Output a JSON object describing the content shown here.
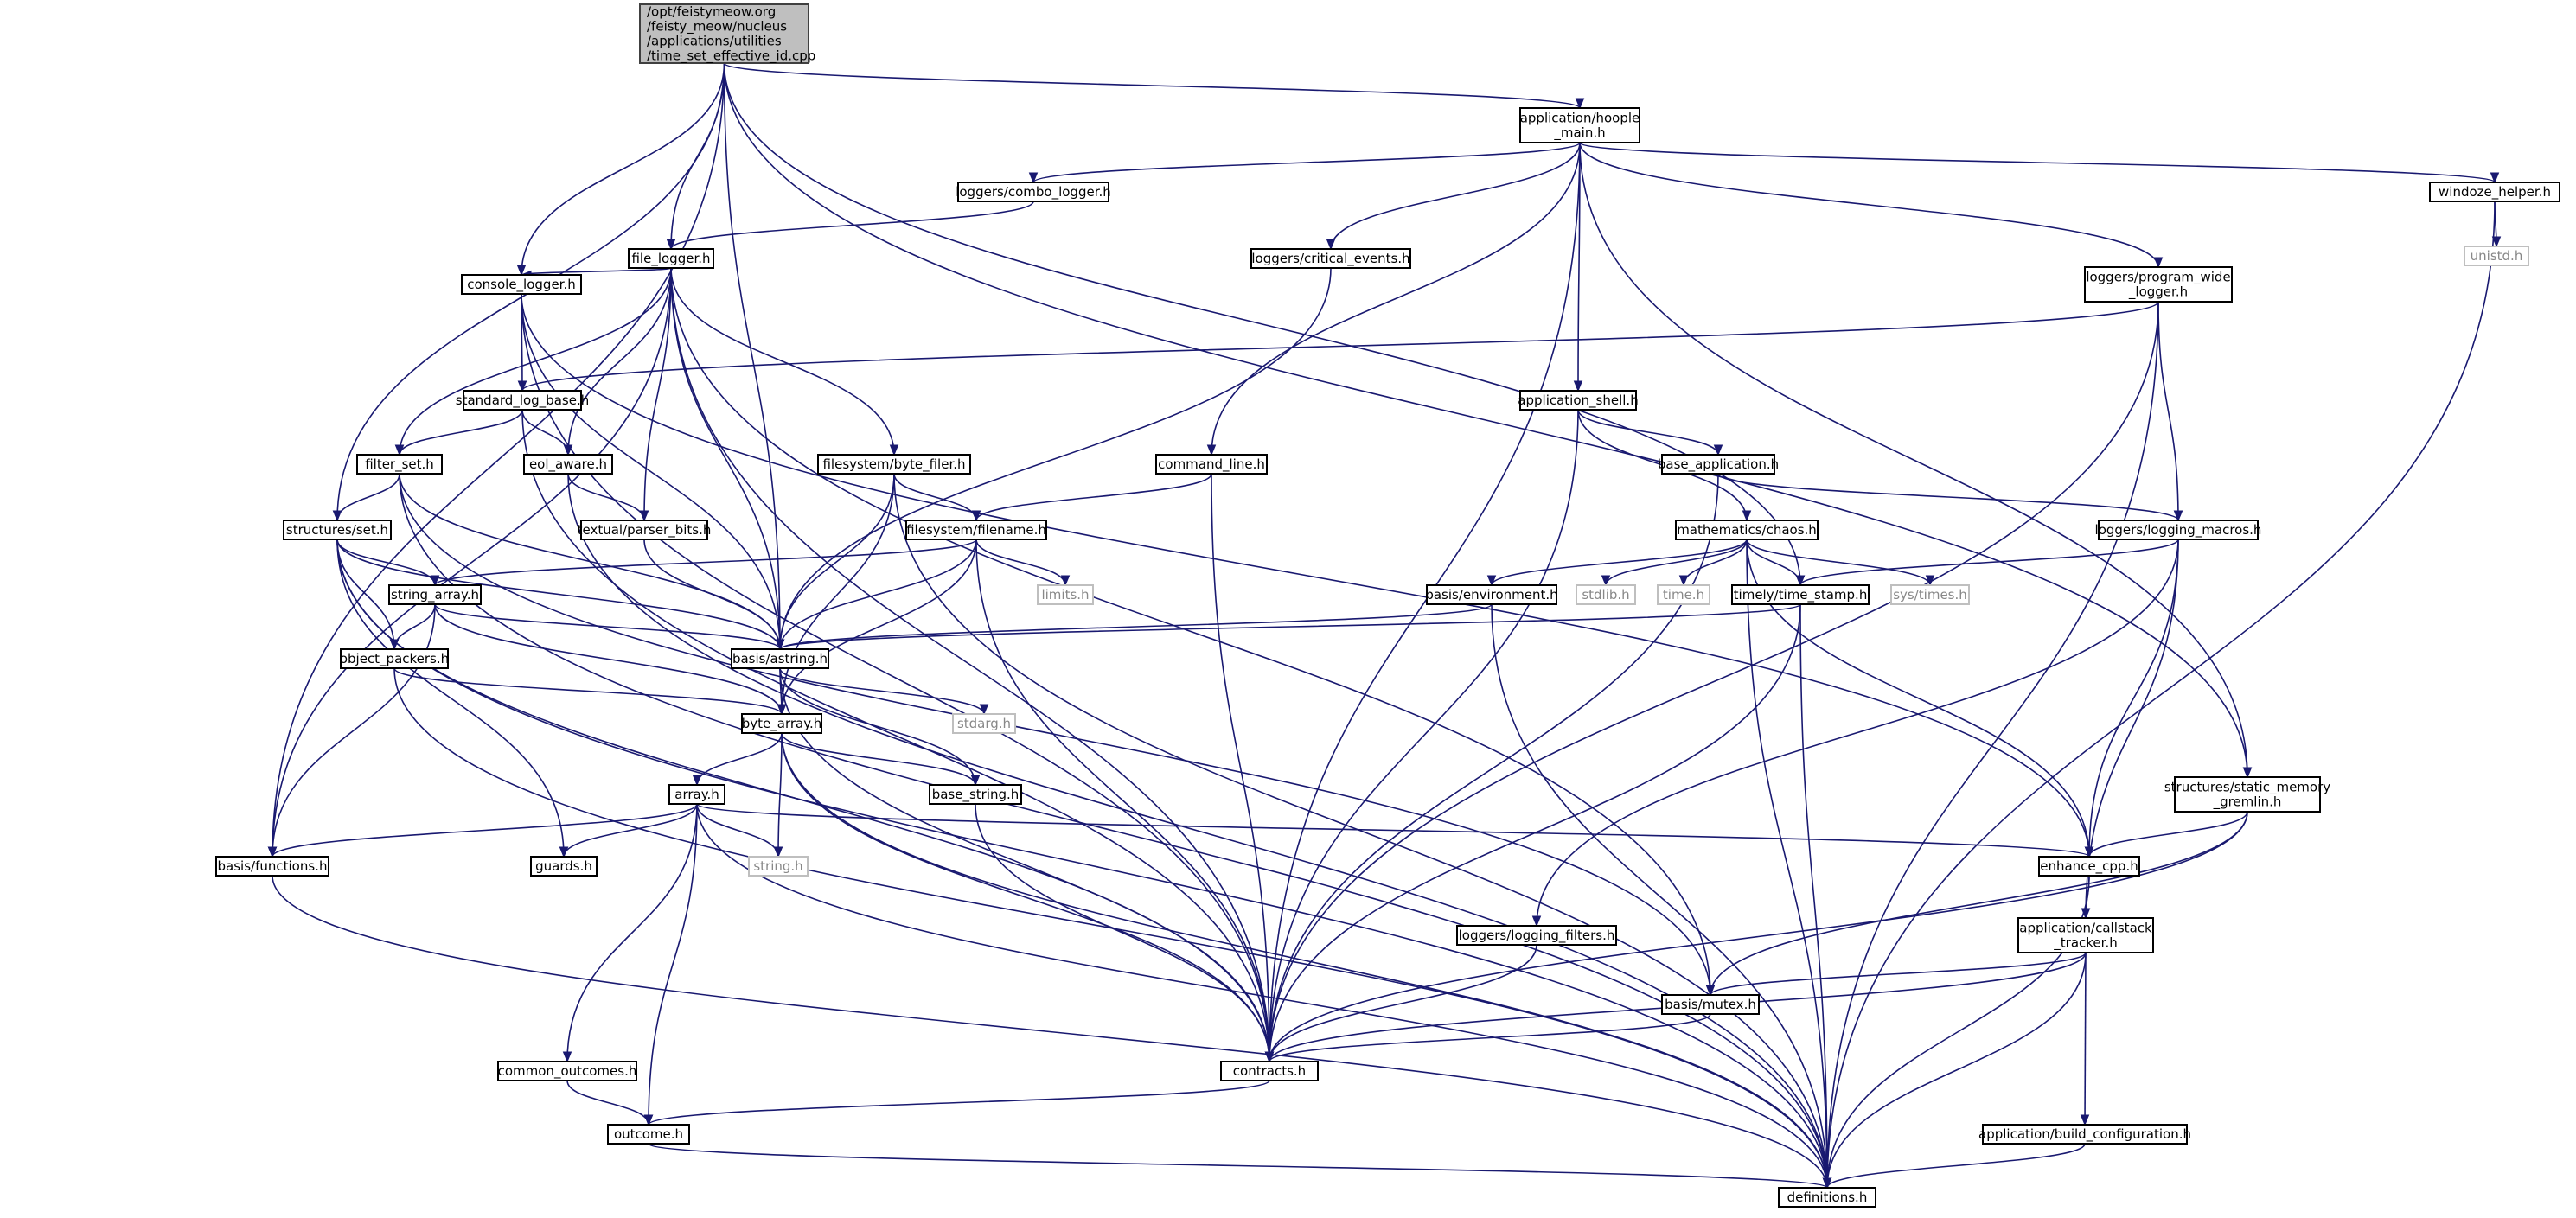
{
  "diagram": {
    "colors": {
      "edge": "#191970",
      "root_fill": "#bfbfbf",
      "node_border": "#000000",
      "system_border": "#bfbfbf",
      "system_text": "#888888"
    },
    "nodes": [
      {
        "id": "root",
        "kind": "root",
        "lines": [
          "/opt/feistymeow.org",
          "/feisty_meow/nucleus",
          "/applications/utilities",
          "/time_set_effective_id.cpp"
        ]
      },
      {
        "id": "hoople_main",
        "lines": [
          "application/hoople",
          "_main.h"
        ]
      },
      {
        "id": "windoze_helper",
        "lines": [
          "windoze_helper.h"
        ]
      },
      {
        "id": "unistd",
        "kind": "sys",
        "lines": [
          "unistd.h"
        ]
      },
      {
        "id": "combo_logger",
        "lines": [
          "loggers/combo_logger.h"
        ]
      },
      {
        "id": "file_logger",
        "lines": [
          "file_logger.h"
        ]
      },
      {
        "id": "critical_events",
        "lines": [
          "loggers/critical_events.h"
        ]
      },
      {
        "id": "program_wide_logger",
        "lines": [
          "loggers/program_wide",
          "_logger.h"
        ]
      },
      {
        "id": "console_logger",
        "lines": [
          "console_logger.h"
        ]
      },
      {
        "id": "standard_log_base",
        "lines": [
          "standard_log_base.h"
        ]
      },
      {
        "id": "application_shell",
        "lines": [
          "application_shell.h"
        ]
      },
      {
        "id": "filter_set",
        "lines": [
          "filter_set.h"
        ]
      },
      {
        "id": "eol_aware",
        "lines": [
          "eol_aware.h"
        ]
      },
      {
        "id": "byte_filer",
        "lines": [
          "filesystem/byte_filer.h"
        ]
      },
      {
        "id": "command_line",
        "lines": [
          "command_line.h"
        ]
      },
      {
        "id": "base_application",
        "lines": [
          "base_application.h"
        ]
      },
      {
        "id": "set",
        "lines": [
          "structures/set.h"
        ]
      },
      {
        "id": "parser_bits",
        "lines": [
          "textual/parser_bits.h"
        ]
      },
      {
        "id": "filename",
        "lines": [
          "filesystem/filename.h"
        ]
      },
      {
        "id": "chaos",
        "lines": [
          "mathematics/chaos.h"
        ]
      },
      {
        "id": "logging_macros",
        "lines": [
          "loggers/logging_macros.h"
        ]
      },
      {
        "id": "string_array",
        "lines": [
          "string_array.h"
        ]
      },
      {
        "id": "limits",
        "kind": "sys",
        "lines": [
          "limits.h"
        ]
      },
      {
        "id": "environment",
        "lines": [
          "basis/environment.h"
        ]
      },
      {
        "id": "stdlib",
        "kind": "sys",
        "lines": [
          "stdlib.h"
        ]
      },
      {
        "id": "time_h",
        "kind": "sys",
        "lines": [
          "time.h"
        ]
      },
      {
        "id": "time_stamp",
        "lines": [
          "timely/time_stamp.h"
        ]
      },
      {
        "id": "sys_times",
        "kind": "sys",
        "lines": [
          "sys/times.h"
        ]
      },
      {
        "id": "object_packers",
        "lines": [
          "object_packers.h"
        ]
      },
      {
        "id": "astring",
        "lines": [
          "basis/astring.h"
        ]
      },
      {
        "id": "stdarg",
        "kind": "sys",
        "lines": [
          "stdarg.h"
        ]
      },
      {
        "id": "byte_array",
        "lines": [
          "byte_array.h"
        ]
      },
      {
        "id": "array",
        "lines": [
          "array.h"
        ]
      },
      {
        "id": "base_string",
        "lines": [
          "base_string.h"
        ]
      },
      {
        "id": "static_memory_gremlin",
        "lines": [
          "structures/static_memory",
          "_gremlin.h"
        ]
      },
      {
        "id": "functions",
        "lines": [
          "basis/functions.h"
        ]
      },
      {
        "id": "guards",
        "lines": [
          "guards.h"
        ]
      },
      {
        "id": "string_h",
        "kind": "sys",
        "lines": [
          "string.h"
        ]
      },
      {
        "id": "enhance_cpp",
        "lines": [
          "enhance_cpp.h"
        ]
      },
      {
        "id": "logging_filters",
        "lines": [
          "loggers/logging_filters.h"
        ]
      },
      {
        "id": "callstack_tracker",
        "lines": [
          "application/callstack",
          "_tracker.h"
        ]
      },
      {
        "id": "mutex",
        "lines": [
          "basis/mutex.h"
        ]
      },
      {
        "id": "common_outcomes",
        "lines": [
          "common_outcomes.h"
        ]
      },
      {
        "id": "contracts",
        "lines": [
          "contracts.h"
        ]
      },
      {
        "id": "outcome",
        "lines": [
          "outcome.h"
        ]
      },
      {
        "id": "build_configuration",
        "lines": [
          "application/build_configuration.h"
        ]
      },
      {
        "id": "definitions",
        "lines": [
          "definitions.h"
        ]
      }
    ],
    "edges": [
      [
        "root",
        "hoople_main"
      ],
      [
        "root",
        "static_memory_gremlin"
      ],
      [
        "root",
        "file_logger"
      ],
      [
        "root",
        "console_logger"
      ],
      [
        "root",
        "astring"
      ],
      [
        "root",
        "set"
      ],
      [
        "root",
        "functions"
      ],
      [
        "root",
        "time_stamp"
      ],
      [
        "hoople_main",
        "combo_logger"
      ],
      [
        "hoople_main",
        "critical_events"
      ],
      [
        "hoople_main",
        "command_line"
      ],
      [
        "hoople_main",
        "application_shell"
      ],
      [
        "hoople_main",
        "program_wide_logger"
      ],
      [
        "hoople_main",
        "windoze_helper"
      ],
      [
        "hoople_main",
        "static_memory_gremlin"
      ],
      [
        "hoople_main",
        "contracts"
      ],
      [
        "windoze_helper",
        "unistd"
      ],
      [
        "windoze_helper",
        "definitions"
      ],
      [
        "combo_logger",
        "file_logger"
      ],
      [
        "file_logger",
        "console_logger"
      ],
      [
        "file_logger",
        "filter_set"
      ],
      [
        "file_logger",
        "eol_aware"
      ],
      [
        "file_logger",
        "parser_bits"
      ],
      [
        "file_logger",
        "byte_filer"
      ],
      [
        "file_logger",
        "astring"
      ],
      [
        "file_logger",
        "contracts"
      ],
      [
        "file_logger",
        "mutex"
      ],
      [
        "file_logger",
        "functions"
      ],
      [
        "critical_events",
        "astring"
      ],
      [
        "program_wide_logger",
        "standard_log_base"
      ],
      [
        "program_wide_logger",
        "logging_macros"
      ],
      [
        "program_wide_logger",
        "contracts"
      ],
      [
        "program_wide_logger",
        "definitions"
      ],
      [
        "console_logger",
        "standard_log_base"
      ],
      [
        "console_logger",
        "astring"
      ],
      [
        "console_logger",
        "enhance_cpp"
      ],
      [
        "console_logger",
        "contracts"
      ],
      [
        "standard_log_base",
        "filter_set"
      ],
      [
        "standard_log_base",
        "eol_aware"
      ],
      [
        "standard_log_base",
        "contracts"
      ],
      [
        "application_shell",
        "base_application"
      ],
      [
        "application_shell",
        "chaos"
      ],
      [
        "application_shell",
        "contracts"
      ],
      [
        "filter_set",
        "set"
      ],
      [
        "filter_set",
        "astring"
      ],
      [
        "filter_set",
        "mutex"
      ],
      [
        "filter_set",
        "definitions"
      ],
      [
        "eol_aware",
        "parser_bits"
      ],
      [
        "eol_aware",
        "definitions"
      ],
      [
        "byte_filer",
        "filename"
      ],
      [
        "byte_filer",
        "astring"
      ],
      [
        "byte_filer",
        "byte_array"
      ],
      [
        "byte_filer",
        "definitions"
      ],
      [
        "command_line",
        "filename"
      ],
      [
        "command_line",
        "contracts"
      ],
      [
        "base_application",
        "logging_macros"
      ],
      [
        "base_application",
        "contracts"
      ],
      [
        "set",
        "string_array"
      ],
      [
        "set",
        "object_packers"
      ],
      [
        "set",
        "astring"
      ],
      [
        "set",
        "guards"
      ],
      [
        "set",
        "contracts"
      ],
      [
        "set",
        "definitions"
      ],
      [
        "parser_bits",
        "astring"
      ],
      [
        "filename",
        "string_array"
      ],
      [
        "filename",
        "limits"
      ],
      [
        "filename",
        "astring"
      ],
      [
        "filename",
        "byte_array"
      ],
      [
        "filename",
        "contracts"
      ],
      [
        "chaos",
        "environment"
      ],
      [
        "chaos",
        "stdlib"
      ],
      [
        "chaos",
        "time_h"
      ],
      [
        "chaos",
        "time_stamp"
      ],
      [
        "chaos",
        "sys_times"
      ],
      [
        "chaos",
        "enhance_cpp"
      ],
      [
        "chaos",
        "definitions"
      ],
      [
        "logging_macros",
        "time_stamp"
      ],
      [
        "logging_macros",
        "logging_filters"
      ],
      [
        "logging_macros",
        "callstack_tracker"
      ],
      [
        "logging_macros",
        "enhance_cpp"
      ],
      [
        "string_array",
        "object_packers"
      ],
      [
        "string_array",
        "astring"
      ],
      [
        "string_array",
        "byte_array"
      ],
      [
        "string_array",
        "functions"
      ],
      [
        "environment",
        "astring"
      ],
      [
        "environment",
        "definitions"
      ],
      [
        "time_stamp",
        "astring"
      ],
      [
        "time_stamp",
        "contracts"
      ],
      [
        "time_stamp",
        "definitions"
      ],
      [
        "object_packers",
        "byte_array"
      ],
      [
        "object_packers",
        "definitions"
      ],
      [
        "astring",
        "byte_array"
      ],
      [
        "astring",
        "stdarg"
      ],
      [
        "astring",
        "base_string"
      ],
      [
        "astring",
        "contracts"
      ],
      [
        "byte_array",
        "array"
      ],
      [
        "byte_array",
        "base_string"
      ],
      [
        "byte_array",
        "string_h"
      ],
      [
        "byte_array",
        "contracts"
      ],
      [
        "byte_array",
        "definitions"
      ],
      [
        "array",
        "functions"
      ],
      [
        "array",
        "guards"
      ],
      [
        "array",
        "string_h"
      ],
      [
        "array",
        "enhance_cpp"
      ],
      [
        "array",
        "common_outcomes"
      ],
      [
        "array",
        "outcome"
      ],
      [
        "array",
        "definitions"
      ],
      [
        "base_string",
        "contracts"
      ],
      [
        "static_memory_gremlin",
        "enhance_cpp"
      ],
      [
        "static_memory_gremlin",
        "mutex"
      ],
      [
        "static_memory_gremlin",
        "contracts"
      ],
      [
        "functions",
        "definitions"
      ],
      [
        "enhance_cpp",
        "callstack_tracker"
      ],
      [
        "enhance_cpp",
        "definitions"
      ],
      [
        "logging_filters",
        "contracts"
      ],
      [
        "callstack_tracker",
        "mutex"
      ],
      [
        "callstack_tracker",
        "build_configuration"
      ],
      [
        "callstack_tracker",
        "contracts"
      ],
      [
        "callstack_tracker",
        "definitions"
      ],
      [
        "mutex",
        "contracts"
      ],
      [
        "common_outcomes",
        "outcome"
      ],
      [
        "contracts",
        "outcome"
      ],
      [
        "outcome",
        "definitions"
      ],
      [
        "build_configuration",
        "definitions"
      ]
    ]
  }
}
